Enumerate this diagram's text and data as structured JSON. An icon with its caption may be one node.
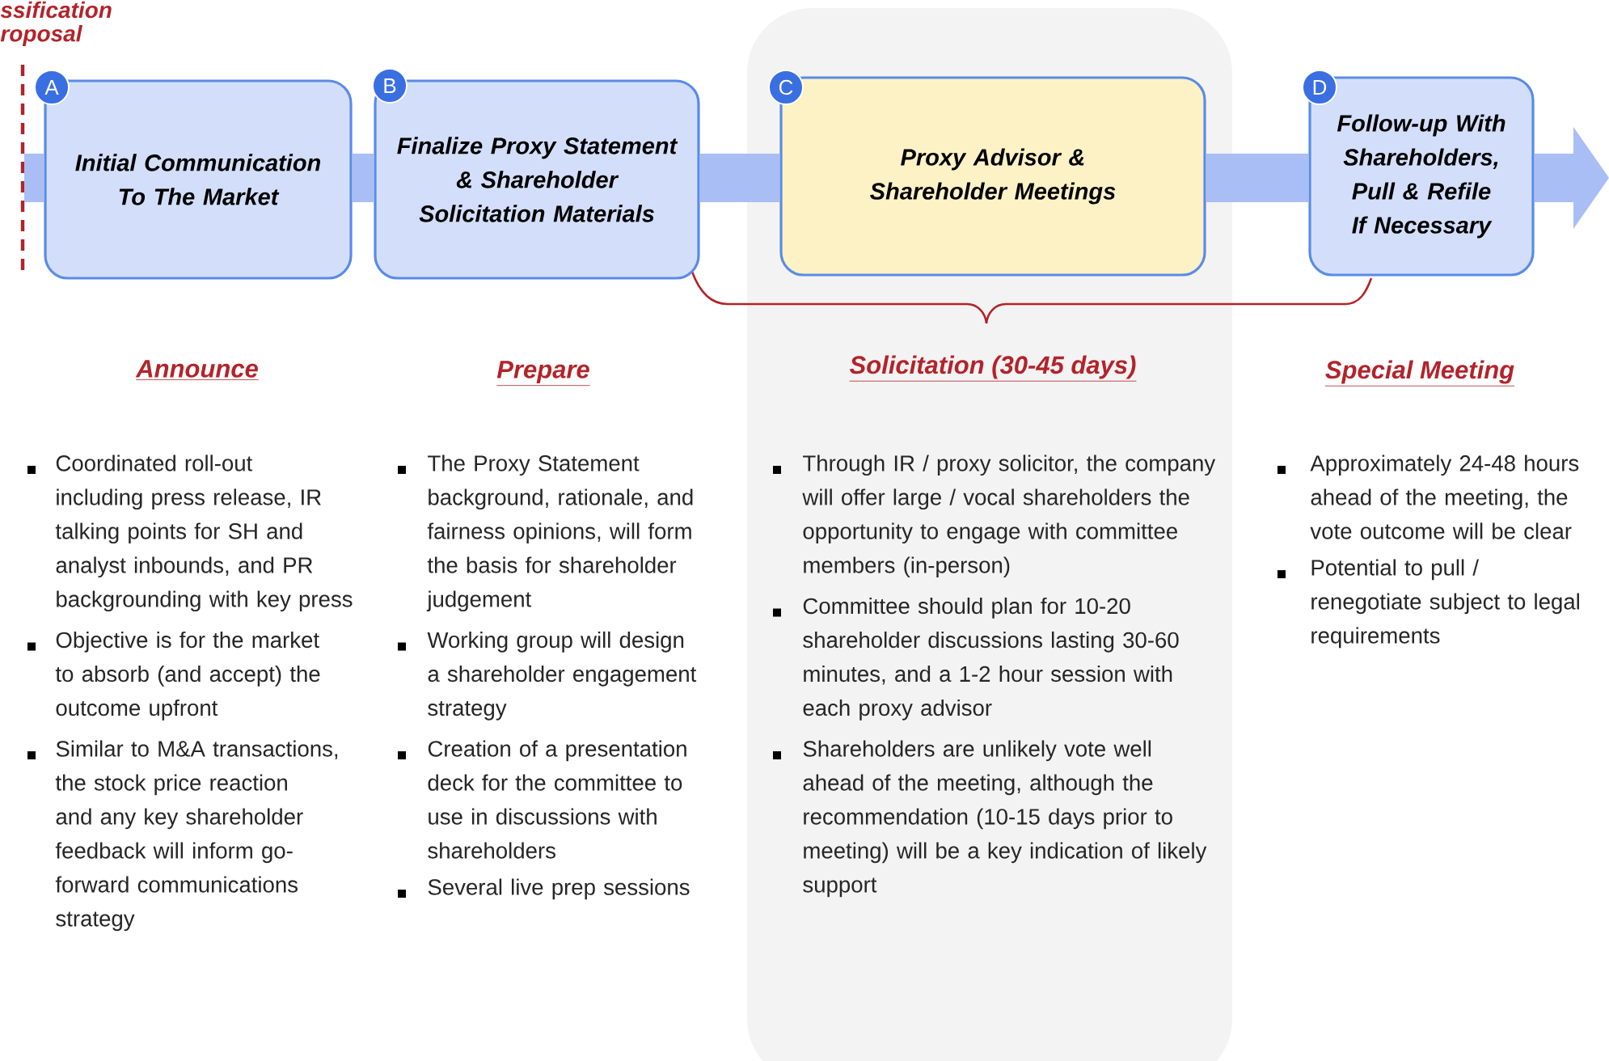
{
  "diagram": {
    "nodes": [
      {
        "text": [
          "A"
        ]
      },
      {
        "text": [
          "Initial Communication To The Market"
        ]
      },
      {
        "text": [
          "B"
        ]
      },
      {
        "text": [
          "Finalize Proxy Statement & Shareholder Solicitation Materials"
        ]
      },
      {
        "text": [
          "C"
        ]
      },
      {
        "text": [
          "Proxy Advisor & Shareholder Meetings"
        ]
      },
      {
        "text": [
          "D"
        ]
      },
      {
        "text": [
          "Follow-up With Shareholders, Pull & Refile If Necessary"
        ]
      }
    ],
    "edges": [
      {
        "from": null,
        "to": 1,
        "arrow": "none"
      },
      {
        "from": 1,
        "to": 3,
        "arrow": "none"
      },
      {
        "from": 3,
        "to": 5,
        "arrow": "none"
      },
      {
        "from": 5,
        "to": 7,
        "arrow": "none"
      },
      {
        "from": 7,
        "to": null,
        "arrow": "to"
      }
    ],
    "labels": [
      "ssification",
      "roposal",
      "Announce",
      "Prepare",
      "Solicitation (30-45 days)",
      "Special Meeting",
      "Coordinated roll-out including press release, IR talking points for SH and analyst inbounds, and PR backgrounding with key press",
      "Objective is for the market to absorb (and accept) the outcome upfront",
      "Similar to M&A transactions, the stock price reaction and any key shareholder feedback will inform go-forward communications strategy",
      "The Proxy Statement background, rationale, and fairness opinions, will form the basis for shareholder judgement",
      "Working group will design a shareholder engagement strategy",
      "Creation of a presentation deck for the committee to use in discussions with shareholders",
      "Several live prep sessions",
      "Through IR / proxy solicitor, the company will offer large / vocal shareholders the opportunity to engage with committee members (in-person)",
      "Committee should plan for 10-20 shareholder discussions lasting 30-60 minutes, and a 1-2 hour session with each proxy advisor",
      "Shareholders are unlikely vote well ahead of the meeting, although the recommendation (10-15 days prior to meeting) will be a key indication of likely support",
      "Approximately 24-48 hours ahead of the meeting, the vote outcome will be clear",
      "Potential to pull / renegotiate subject to legal requirements"
    ]
  }
}
